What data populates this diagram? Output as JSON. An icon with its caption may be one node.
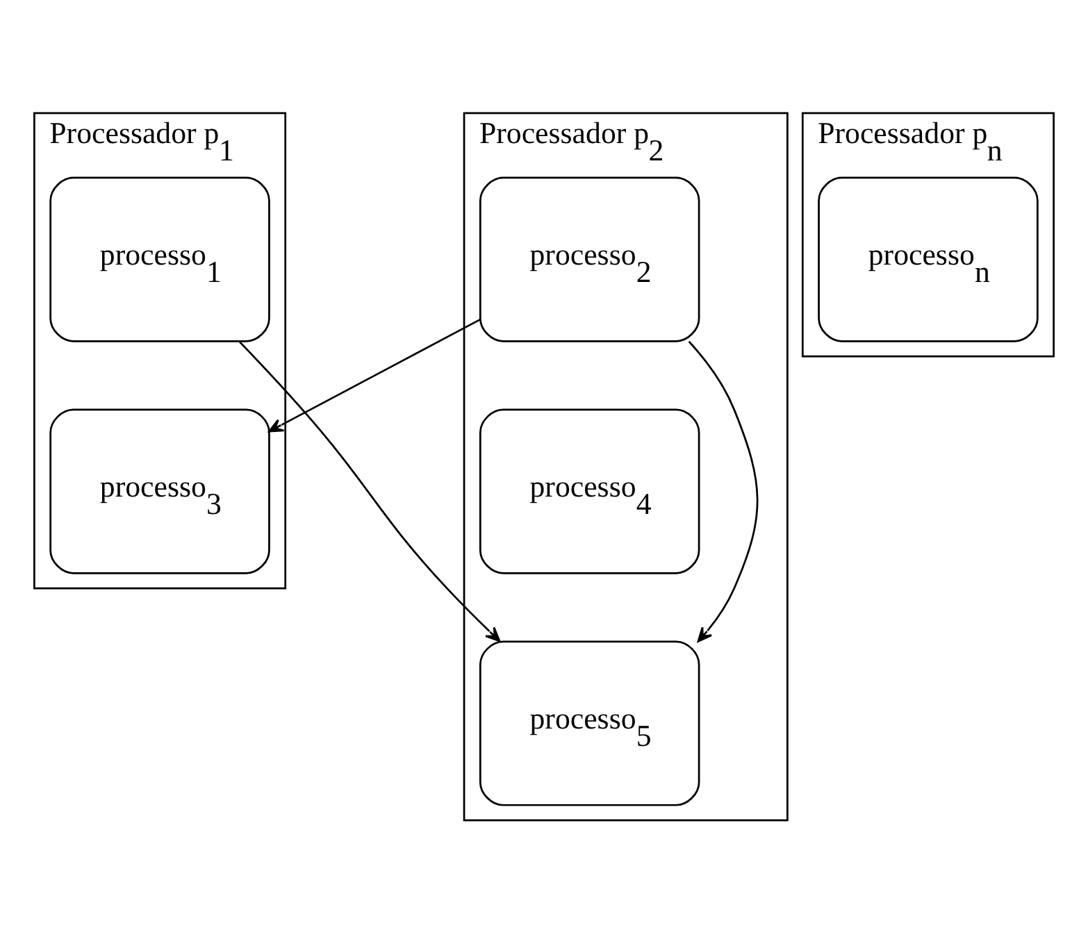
{
  "diagram": {
    "nodes": [
      {
        "text": [
          "Processador p$_{1}$"
        ]
      },
      {
        "text": [
          "processo$_{1}$"
        ],
        "in": 0
      },
      {
        "text": [
          "processo$_{3}$"
        ],
        "in": 0
      },
      {
        "text": [
          "Processador p$_{2}$"
        ]
      },
      {
        "text": [
          "processo$_{2}$"
        ],
        "in": 3
      },
      {
        "text": [
          "processo$_{4}$"
        ],
        "in": 3
      },
      {
        "text": [
          "processo$_{5}$"
        ],
        "in": 3
      },
      {
        "text": [
          "Processador p$_{n}$"
        ]
      },
      {
        "text": [
          "processo$_{n}$"
        ],
        "in": 7
      }
    ],
    "edges": [
      {
        "from": 1,
        "to": 6,
        "arrow": "to"
      },
      {
        "from": 4,
        "to": 2,
        "arrow": "to"
      },
      {
        "from": 4,
        "to": 6,
        "arrow": "to"
      }
    ]
  }
}
